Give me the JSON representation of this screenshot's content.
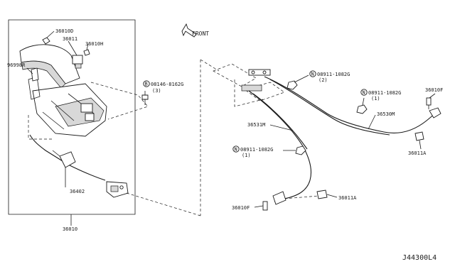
{
  "diagram_code": "J44300L4",
  "direction_label": "FRONT",
  "callouts": {
    "p36010d": "36010D",
    "p36011": "36011",
    "p36010h": "36010H",
    "p96998r": "96998R",
    "p08146": "08146-8162G",
    "p08146_qty": "(3)",
    "p36402": "36402",
    "p36010": "36010",
    "p08911a": "08911-1082G",
    "p08911a_qty": "(2)",
    "p08911b": "08911-1082G",
    "p08911b_qty": "(1)",
    "p08911c": "08911-1082G",
    "p08911c_qty": "(1)",
    "p36010f_top": "36010F",
    "p36530m": "36530M",
    "p36531m": "36531M",
    "p36011a_right": "36011A",
    "p36011a_bottom": "36011A",
    "p36010f_bottom": "36010F"
  },
  "prefix_symbols": {
    "bolt_b": "B",
    "nut_n": "N"
  }
}
